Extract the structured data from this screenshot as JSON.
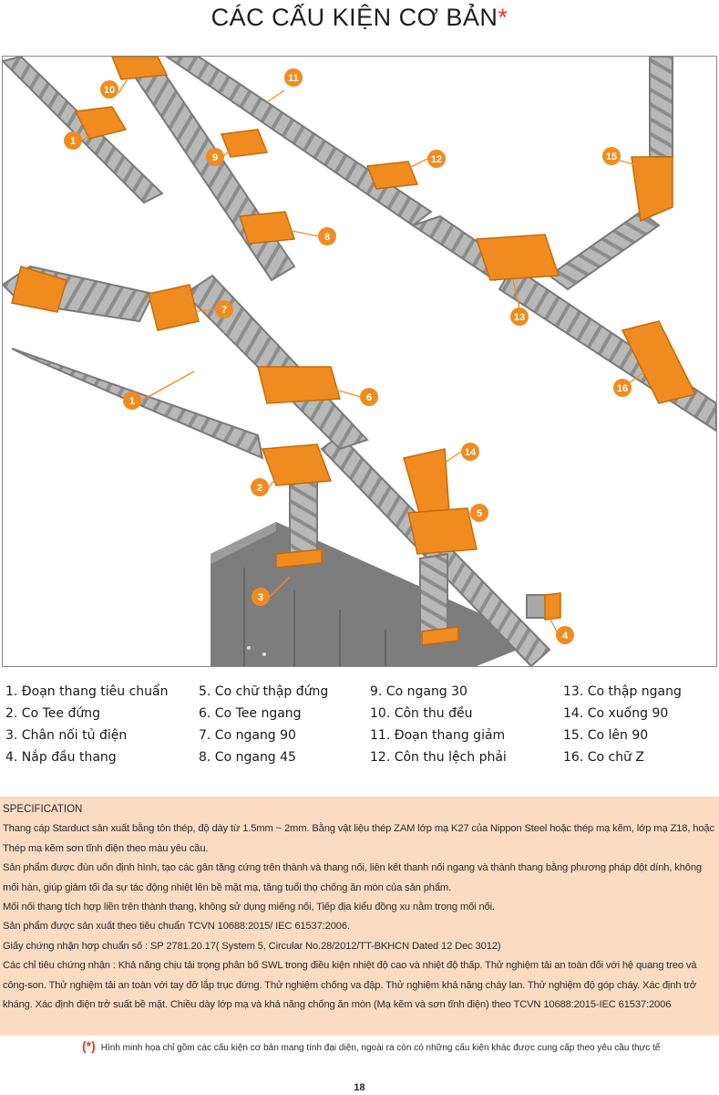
{
  "title": {
    "text": "CÁC CẤU KIỆN CƠ BẢN",
    "marker": "*"
  },
  "colors": {
    "accent": "#e8332a",
    "highlight": "#f08c1f",
    "tray": "#9a9a9a",
    "spec_bg": "#fbdcc2"
  },
  "labels": [
    {
      "n": "1"
    },
    {
      "n": "1"
    },
    {
      "n": "2"
    },
    {
      "n": "3"
    },
    {
      "n": "4"
    },
    {
      "n": "5"
    },
    {
      "n": "6"
    },
    {
      "n": "7"
    },
    {
      "n": "8"
    },
    {
      "n": "9"
    },
    {
      "n": "10"
    },
    {
      "n": "11"
    },
    {
      "n": "12"
    },
    {
      "n": "13"
    },
    {
      "n": "14"
    },
    {
      "n": "15"
    },
    {
      "n": "16"
    }
  ],
  "legend": [
    [
      "1. Đoạn thang tiêu chuẩn",
      "2. Co Tee đứng",
      "3. Chân nối tủ điện",
      "4. Nắp đầu thang"
    ],
    [
      "5. Co chữ thập đứng",
      "6. Co Tee ngang",
      "7. Co ngang 90",
      "8. Co ngang 45"
    ],
    [
      "9. Co ngang 30",
      "10. Côn thu đều",
      "11. Đoạn thang giảm",
      "12. Côn thu lệch phải"
    ],
    [
      "13. Co thập ngang",
      "14. Co xuống 90",
      "15. Co lên 90",
      "16. Co chữ Z"
    ]
  ],
  "spec": {
    "title": "SPECIFICATION",
    "paragraphs": [
      "Thang cáp Starduct sản xuất bằng tôn thép, độ dày từ 1.5mm ~ 2mm. Bằng vật liệu thép ZAM lớp mạ K27 của Nippon Steel hoặc thép mạ kẽm, lớp mạ Z18, hoặc Thép mạ kẽm sơn tĩnh điện theo màu yêu cầu.",
      "Sản phẩm được đùn uốn định hình, tạo các gân tăng cứng trên thành và thang nối, liên kết thanh nối ngang và thành thang bằng phương pháp đột dính, không mối hàn, giúp giảm tối đa sự tác động nhiệt lên bề mặt mạ, tăng tuổi thọ chống ăn mòn của sản phẩm.",
      "Mối nối thang tích hợp liền trên thành thang, không sử dụng miếng nối, Tiếp địa kiểu đồng xu nằm trong mối nối.",
      "Sản phẩm được sản xuất theo tiêu chuẩn TCVN 10688:2015/ IEC 61537:2006.",
      "Giấy chứng nhận hợp chuẩn số : SP 2781.20.17( System 5, Circular No.28/2012/TT-BKHCN Dated 12 Dec 3012)",
      "Các chỉ tiêu chứng nhận : Khả năng chịu tải trọng phân bố SWL trong điều kiện nhiệt độ cao và nhiệt độ thấp. Thử nghiệm tải an toàn đối với hệ quang treo và công-son. Thử nghiệm tải an toàn với tay đỡ lắp trục đứng. Thử nghiệm chống va đập. Thử nghiệm khả năng cháy lan. Thử nghiệm độ góp cháy. Xác định trở kháng. Xác định điện trở suất bề mặt. Chiều dày lớp mạ và khả năng chống ăn mòn (Mạ kẽm và sơn tĩnh điện) theo TCVN 10688:2015-IEC 61537:2006"
    ]
  },
  "note": {
    "marker": "(*)",
    "text": "Hình minh họa chỉ gồm các cấu kiện cơ bản mang tính đại diện, ngoài ra còn có những cấu kiện khác được cung cấp theo yêu cầu thực tế"
  },
  "page_number": "18"
}
